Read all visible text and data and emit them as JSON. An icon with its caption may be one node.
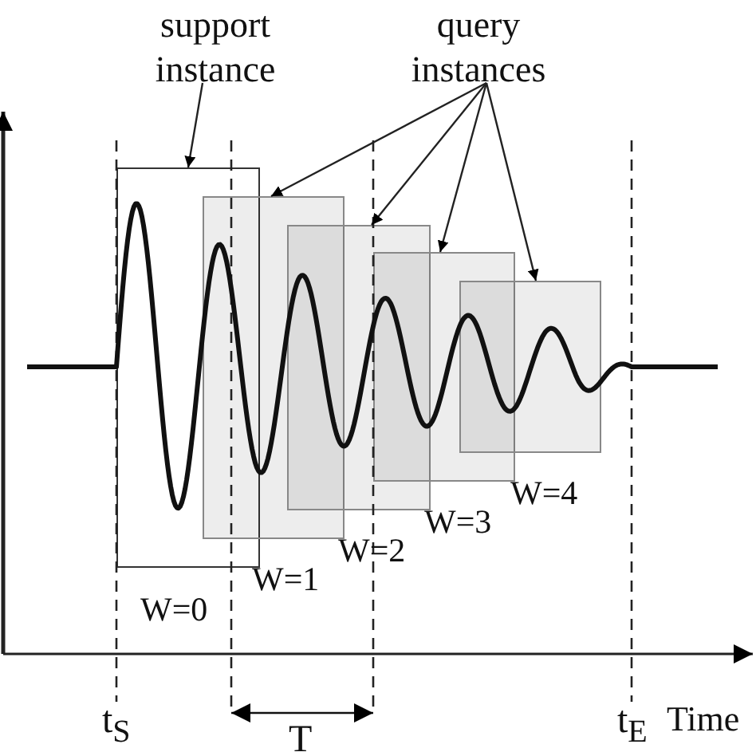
{
  "diagram": {
    "nodes": [
      {
        "text": [
          "support instance"
        ]
      },
      {
        "text": [
          "query instances"
        ]
      },
      {
        "text": [
          "W=0"
        ]
      },
      {
        "text": [
          "W=1"
        ]
      },
      {
        "text": [
          "W=2"
        ]
      },
      {
        "text": [
          "W=3"
        ]
      },
      {
        "text": [
          "W=4"
        ]
      }
    ],
    "edges": [
      {
        "from": 0,
        "to": 2,
        "arrow": "to"
      },
      {
        "from": 1,
        "to": 3,
        "arrow": "to"
      },
      {
        "from": 1,
        "to": 4,
        "arrow": "to"
      },
      {
        "from": 1,
        "to": 5,
        "arrow": "to"
      },
      {
        "from": 1,
        "to": 6,
        "arrow": "to"
      }
    ],
    "labels": [
      "t$_{S}$",
      "T",
      "t$_{E}$",
      "Time"
    ]
  }
}
